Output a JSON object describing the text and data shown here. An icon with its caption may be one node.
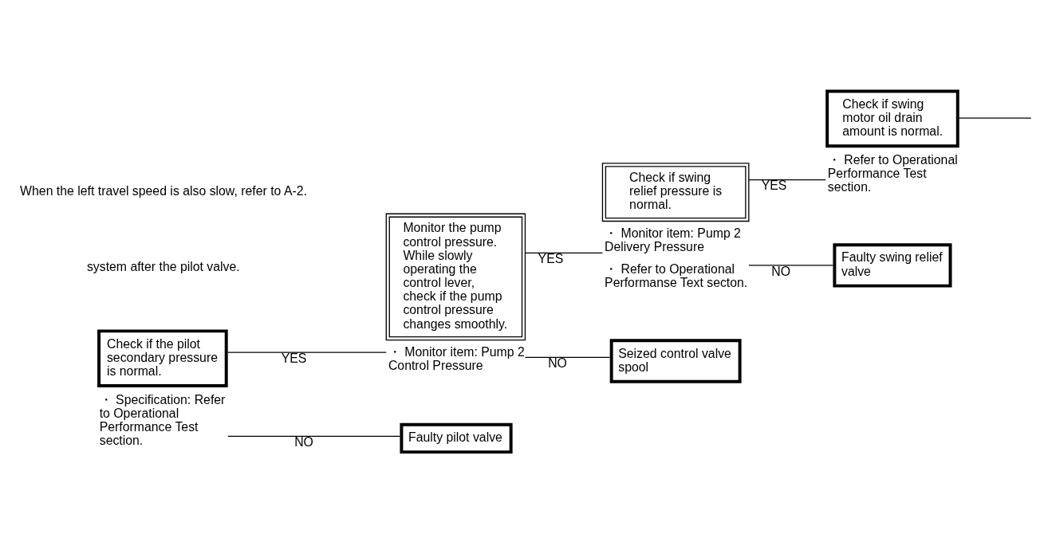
{
  "diagram": {
    "nodes": [
      {
        "text": [
          "Check if the pilot secondary pressure is normal."
        ],
        "beside": [
          "・ Specification: Refer to Operational Performance Test section."
        ]
      },
      {
        "text": [
          "Monitor the pump control pressure. While slowly operating the control lever, check if the pump control pressure changes smoothly."
        ],
        "beside": [
          "・ Monitor item: Pump 2 Control Pressure"
        ]
      },
      {
        "text": [
          "Check if swing relief pressure is normal."
        ],
        "beside": [
          "・ Monitor item: Pump 2 Delivery Pressure",
          "・ Refer to Operational Performanse Text secton."
        ]
      },
      {
        "text": [
          "Check if swing motor oil drain amount is normal."
        ],
        "beside": [
          "・ Refer to Operational Performance Test section."
        ]
      },
      {
        "text": [
          "Faulty swing relief valve"
        ]
      },
      {
        "text": [
          "Seized control valve spool"
        ]
      },
      {
        "text": [
          "Faulty pilot valve"
        ]
      }
    ],
    "edges": [
      {
        "from": 0,
        "to": 1,
        "arrow": "none",
        "label": "YES"
      },
      {
        "from": 0,
        "to": 6,
        "arrow": "none",
        "label": "NO"
      },
      {
        "from": 1,
        "to": 2,
        "arrow": "none",
        "label": "YES"
      },
      {
        "from": 1,
        "to": 5,
        "arrow": "none",
        "label": "NO"
      },
      {
        "from": 2,
        "to": 3,
        "arrow": "none",
        "label": "YES"
      },
      {
        "from": 2,
        "to": 4,
        "arrow": "none",
        "label": "NO"
      },
      {
        "from": 3,
        "to": null,
        "arrow": "none"
      }
    ],
    "labels": [
      "system after the pilot valve.",
      "When the left travel speed is also slow, refer to A-2."
    ]
  }
}
